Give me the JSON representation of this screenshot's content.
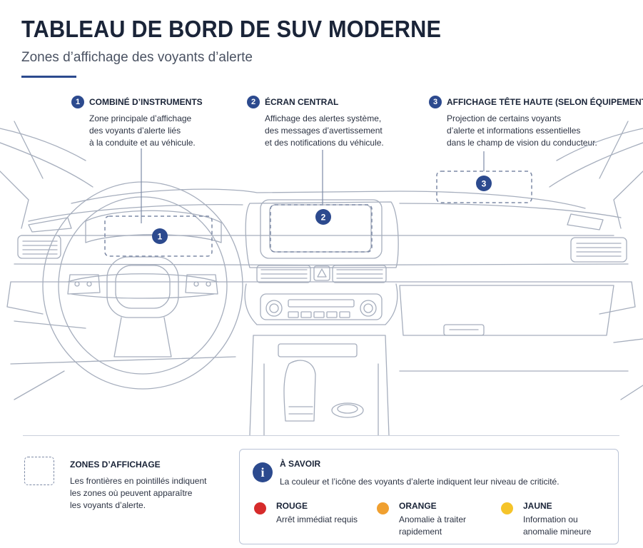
{
  "header": {
    "title": "TABLEAU DE BORD DE SUV MODERNE",
    "subtitle": "Zones d’affichage des voyants d’alerte"
  },
  "callouts": [
    {
      "number": "1",
      "title": "COMBINÉ D’INSTRUMENTS",
      "lines": [
        "Zone principale d’affichage",
        "des voyants d’alerte liés",
        "à la conduite et au véhicule."
      ]
    },
    {
      "number": "2",
      "title": "ÉCRAN CENTRAL",
      "lines": [
        "Affichage des alertes système,",
        "des messages d’avertissement",
        "et des notifications du véhicule."
      ]
    },
    {
      "number": "3",
      "title": "AFFICHAGE TÊTE HAUTE (SELON ÉQUIPEMENT)",
      "lines": [
        "Projection de certains voyants",
        "d’alerte et informations essentielles",
        "dans le champ de vision du conducteur."
      ]
    }
  ],
  "zone_markers": [
    "1",
    "2",
    "3"
  ],
  "legend": {
    "title": "ZONES D’AFFICHAGE",
    "lines": [
      "Les frontières en pointillés indiquent",
      "les zones où peuvent apparaître",
      "les voyants d’alerte."
    ]
  },
  "info": {
    "icon": "info-icon",
    "title": "À SAVOIR",
    "text": "La couleur et l’icône des voyants d’alerte indiquent leur niveau de criticité.",
    "levels": [
      {
        "name": "ROUGE",
        "color": "#d62b2b",
        "lines": [
          "Arrêt immédiat requis"
        ]
      },
      {
        "name": "ORANGE",
        "color": "#f0a030",
        "lines": [
          "Anomalie à traiter",
          "rapidement"
        ]
      },
      {
        "name": "JAUNE",
        "color": "#f5c42a",
        "lines": [
          "Information ou",
          "anomalie mineure"
        ]
      }
    ]
  },
  "colors": {
    "accent": "#2c4a8e",
    "line_art": "#9aa3b3",
    "dashed_zone": "#7d8aa6"
  }
}
